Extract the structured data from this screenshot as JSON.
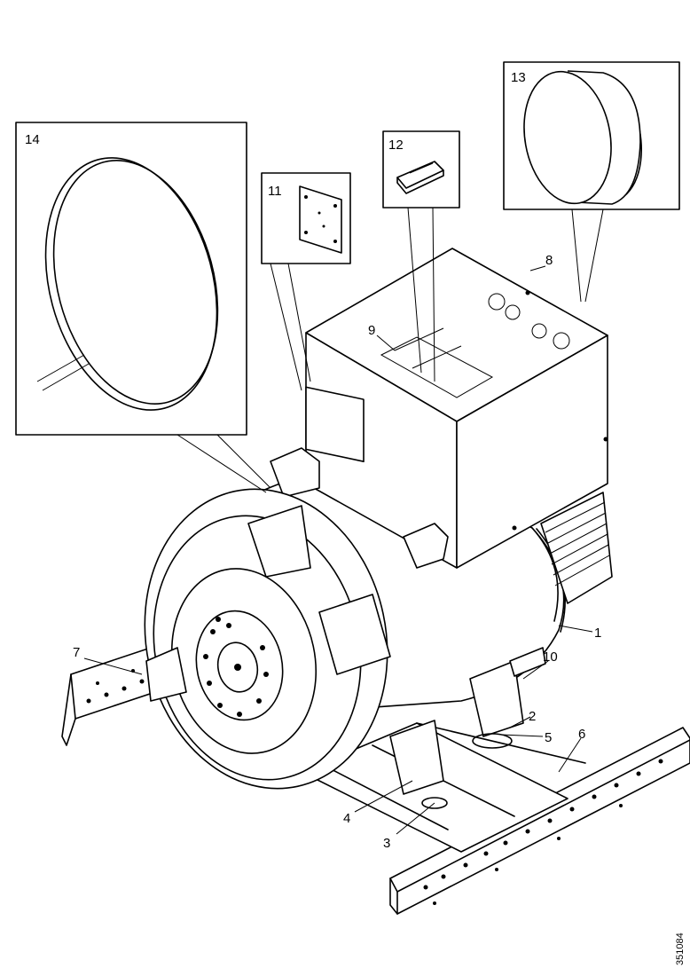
{
  "callouts": {
    "c1": "1",
    "c2": "2",
    "c3": "3",
    "c4": "4",
    "c5": "5",
    "c6": "6",
    "c7": "7",
    "c8": "8",
    "c9": "9",
    "c10": "10",
    "c11": "11",
    "c12": "12",
    "c13": "13",
    "c14": "14"
  },
  "drawing_number": "351084"
}
